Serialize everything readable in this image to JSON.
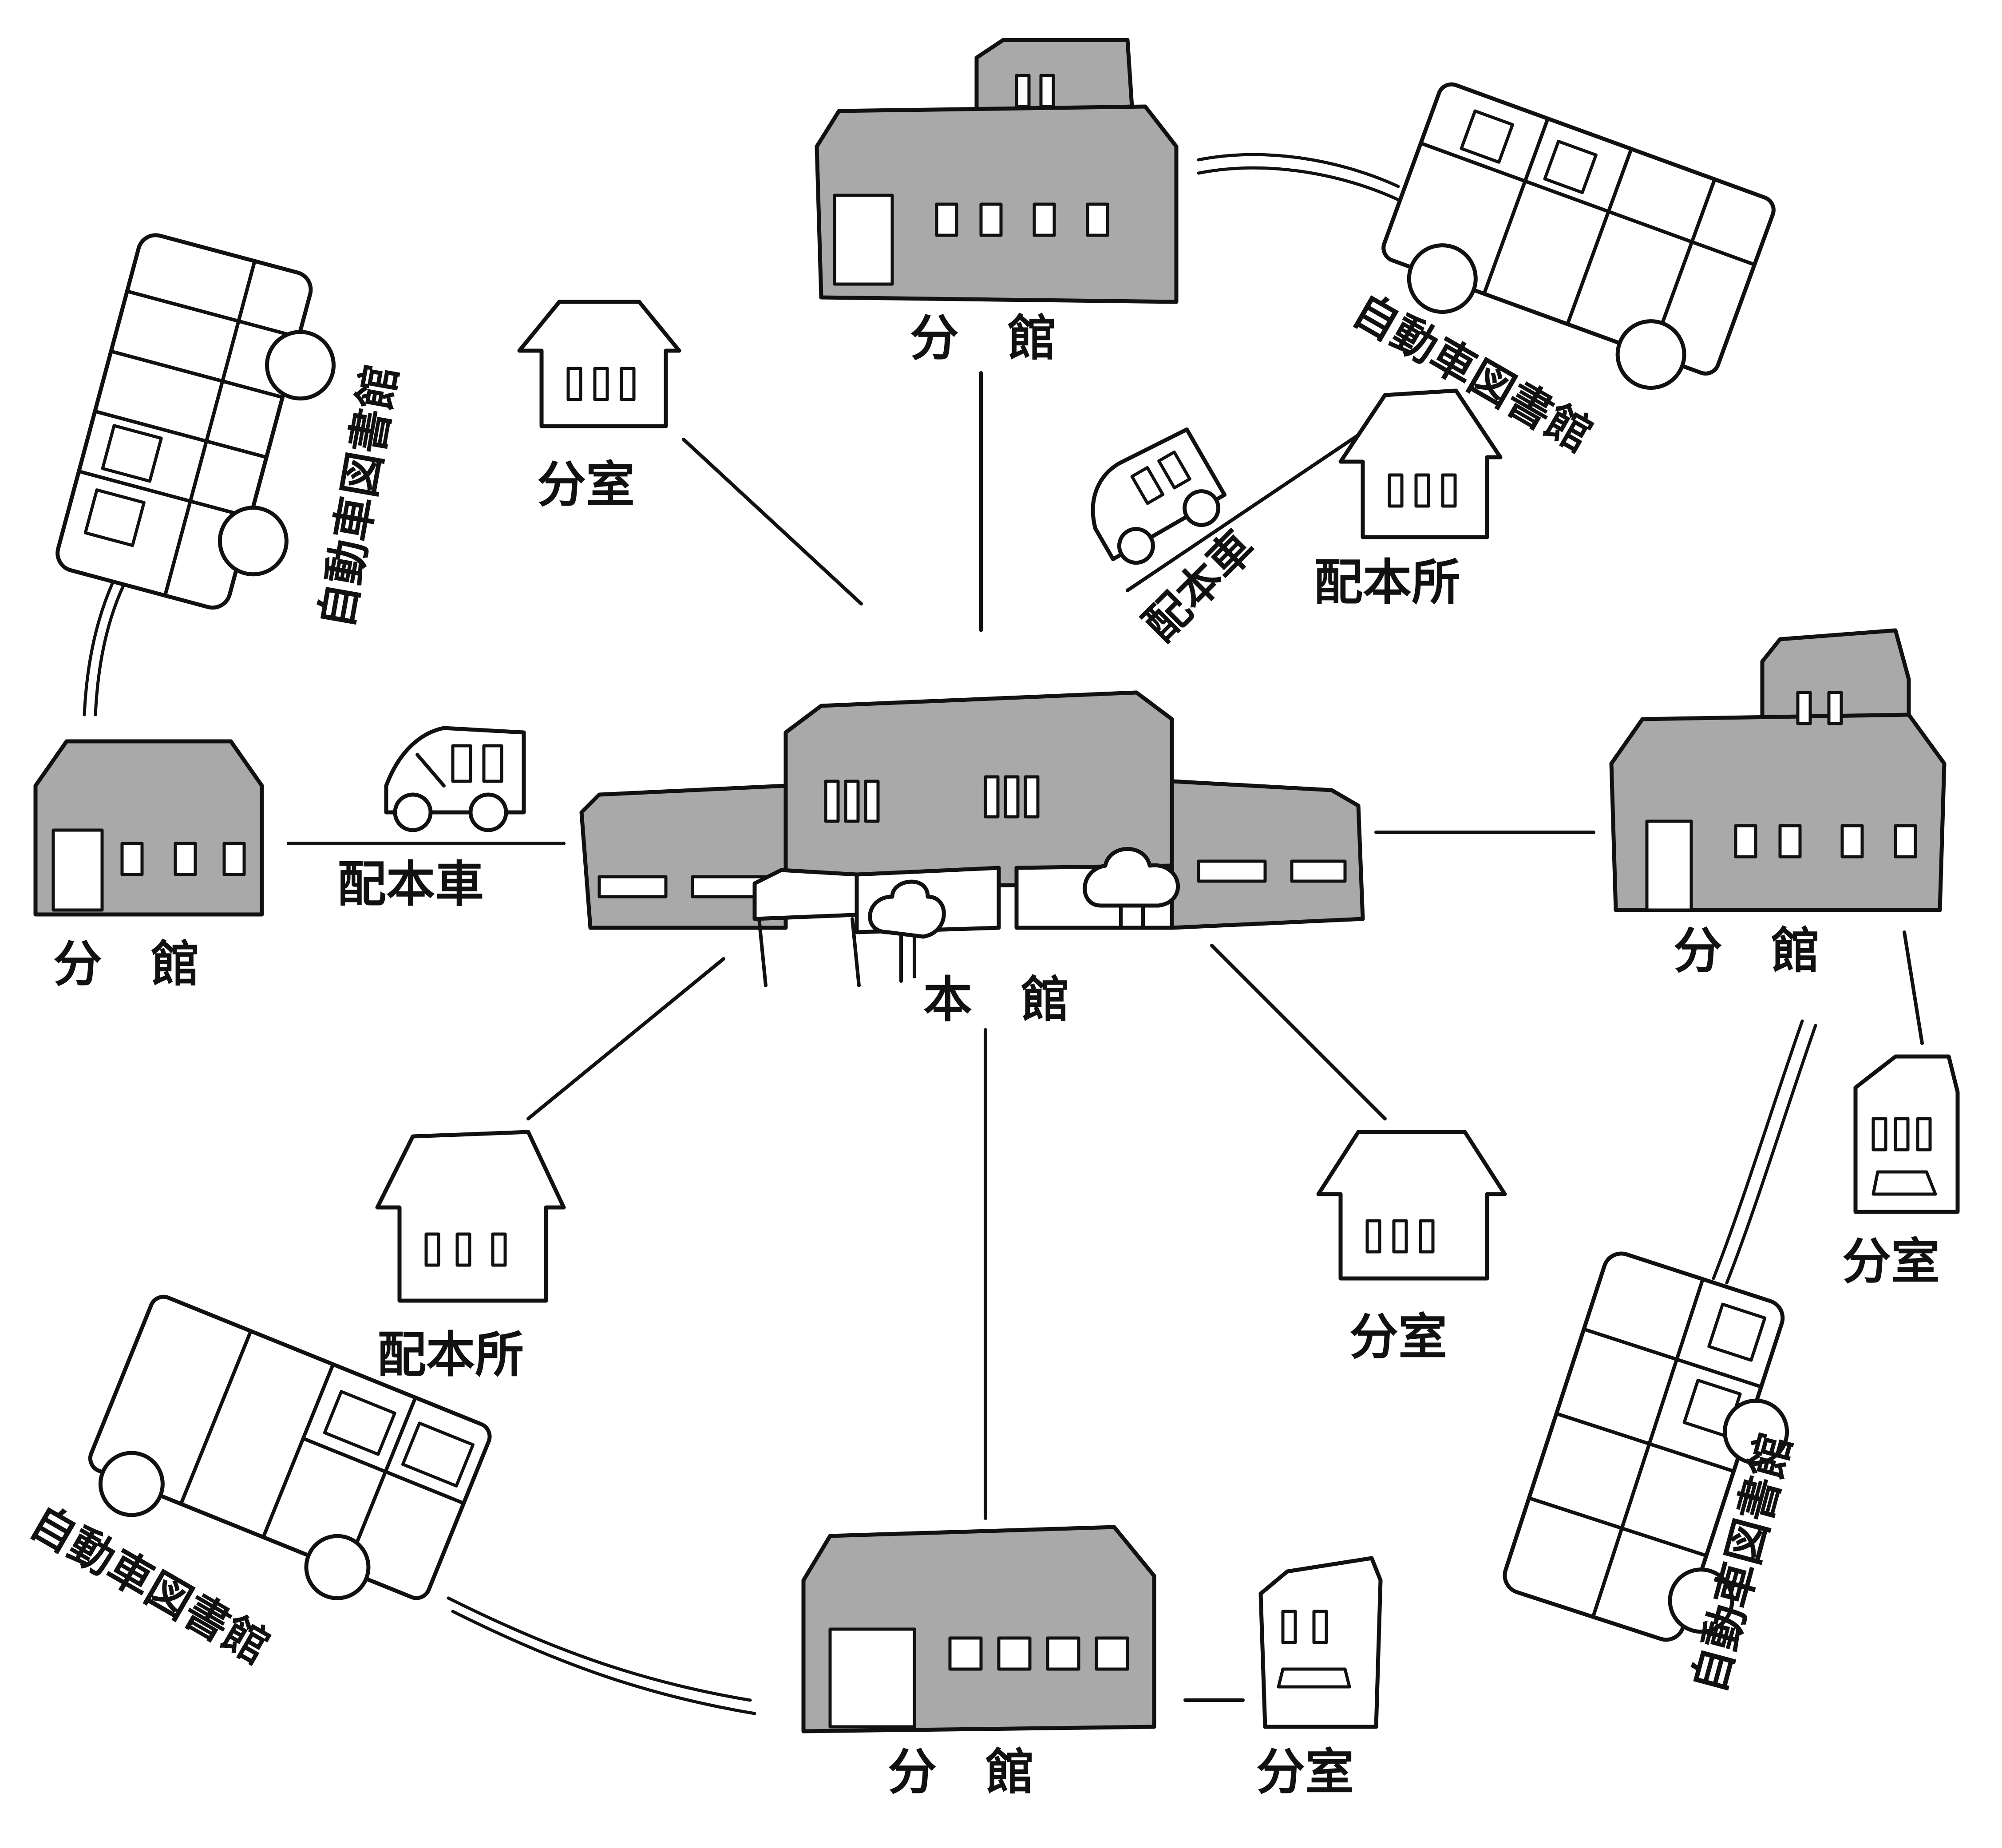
{
  "labels": {
    "main_library": "本　館",
    "branch": "分　館",
    "branch_room": "分室",
    "bookmobile": "自動車図書館",
    "delivery_van": "配本車",
    "delivery_station": "配本所"
  },
  "colors": {
    "building_fill": "#a9a9a9",
    "ink": "#111111",
    "background": "#ffffff"
  }
}
